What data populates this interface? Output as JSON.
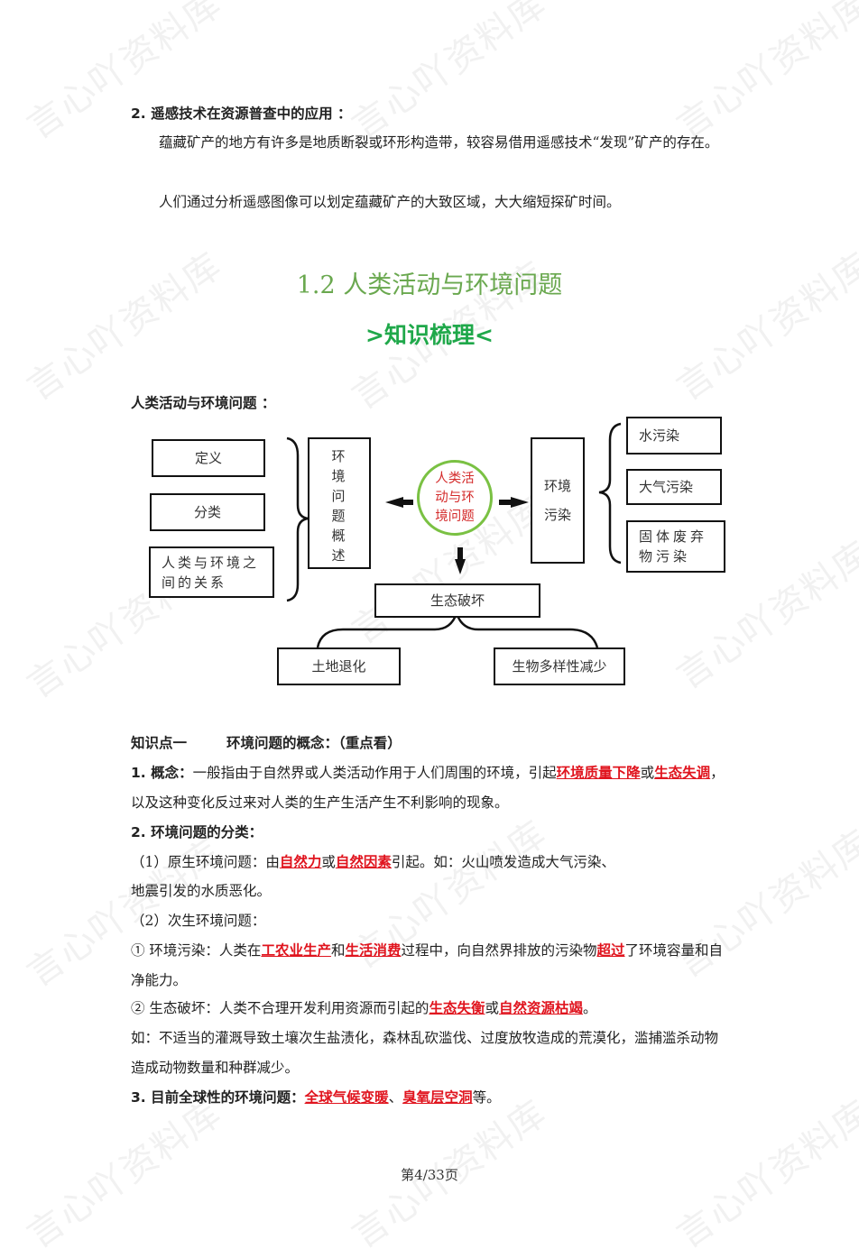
{
  "watermark": "言心吖资料库",
  "section_remote": {
    "heading": "2. 遥感技术在资源普查中的应用 ：",
    "para1": "蕴藏矿产的地方有许多是地质断裂或环形构造带，较容易借用遥感技术“发现”矿产的存在。",
    "para2": "人们通过分析遥感图像可以划定蕴藏矿产的大致区域，大大缩短探矿时间。"
  },
  "chapter": {
    "title": "1.2  人类活动与环境问题",
    "subtitle": ">知识梳理<"
  },
  "diagram": {
    "caption": "人类活动与环境问题 ：",
    "center": "人类活动与环境问题",
    "center_lines": [
      "人类活",
      "动与环",
      "境问题"
    ],
    "left_items": [
      "定义",
      "分类",
      "人类与环境之间的关系"
    ],
    "overview_box": "环 境 问 题 概 述",
    "pollution_box_lines": [
      "环境",
      "污染"
    ],
    "pollution_items": [
      "水污染",
      "大气污染",
      "固体废弃物污染"
    ],
    "ecology_box": "生态破坏",
    "ecology_items": [
      "土地退化",
      "生物多样性减少"
    ]
  },
  "knowledge": {
    "heading_label": "知识点一",
    "heading_text": "环境问题的概念：（重点看）",
    "concept": {
      "label": "1. 概念：",
      "text_a": "一般指由于自然界或人类活动作用于人们周围的环境，引起",
      "key1": "环境质量下降",
      "text_b": "或",
      "key2": "生态失调",
      "text_c": "，以及这种变化反过来对人类的生产生活产生不利影响的现象。"
    },
    "classification_heading": "2. 环境问题的分类：",
    "primary": {
      "text_a": "（1）原生环境问题：由",
      "key1": "自然力",
      "text_b": "或",
      "key2": "自然因素",
      "text_c": "引起。如：火山喷发造成大气污染、",
      "text_d": "地震引发的水质恶化。"
    },
    "secondary_heading": "（2）次生环境问题：",
    "pollution": {
      "text_a": "① 环境污染：人类在",
      "key1": "工农业生产",
      "text_b": "和",
      "key2": "生活消费",
      "text_c": "过程中，向自然界排放的污染物",
      "key3": "超过",
      "text_d": "了环境容量和自净能力。"
    },
    "ecology": {
      "text_a": "② 生态破坏：人类不合理开发利用资源而引起的",
      "key1": "生态失衡",
      "text_b": "或",
      "key2": "自然资源枯竭",
      "text_c": "。"
    },
    "example": "如：不适当的灌溉导致土壤次生盐渍化，森林乱砍滥伐、过度放牧造成的荒漠化，滥捕滥杀动物造成动物数量和种群减少。",
    "global": {
      "label": "3. 目前全球性的环境问题：",
      "key1": "全球气候变暖",
      "text_a": "、",
      "key2": "臭氧层空洞",
      "text_b": "等。"
    }
  },
  "footer": {
    "page": "第4/33页"
  },
  "colors": {
    "title_green": "#6aa84f",
    "subtitle_green": "#1fa84a",
    "highlight_red": "#e0141e",
    "circle_border": "#7ac143"
  }
}
